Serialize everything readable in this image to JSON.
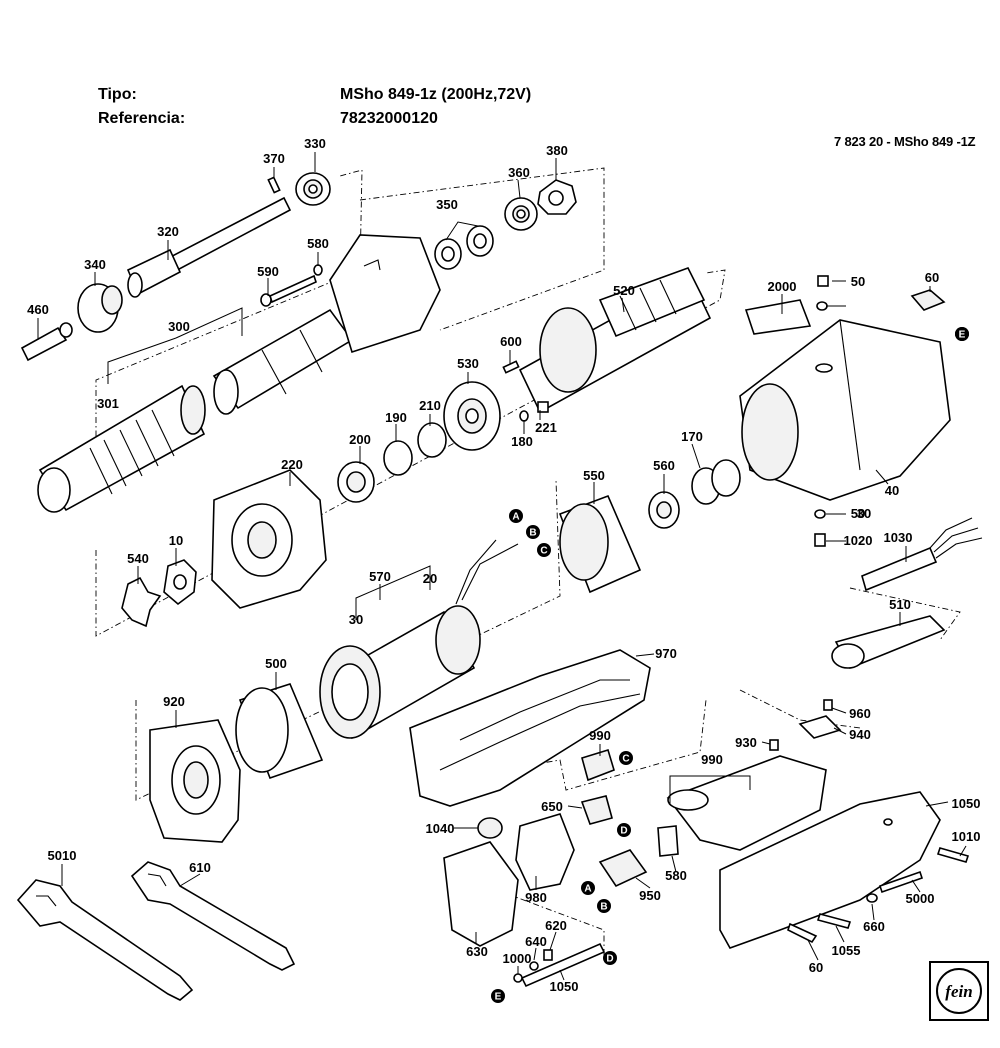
{
  "header": {
    "type_label": "Tipo:",
    "type_value": "MSho 849-1z (200Hz,72V)",
    "ref_label": "Referencia:",
    "ref_value": "78232000120",
    "drawing_code": "7 823 20 - MSho 849 -1Z"
  },
  "callouts": [
    "370",
    "330",
    "380",
    "360",
    "350",
    "320",
    "580",
    "590",
    "340",
    "460",
    "300",
    "301",
    "520",
    "2000",
    "50",
    "60",
    "600",
    "530",
    "210",
    "190",
    "200",
    "180",
    "221",
    "220",
    "170",
    "560",
    "550",
    "40",
    "10",
    "540",
    "570",
    "20",
    "30",
    "30",
    "1020",
    "1030",
    "510",
    "500",
    "920",
    "970",
    "960",
    "940",
    "930",
    "990",
    "990",
    "650",
    "1040",
    "1050",
    "1010",
    "980",
    "950",
    "580",
    "660",
    "5000",
    "5010",
    "610",
    "620",
    "640",
    "630",
    "1000",
    "1050",
    "1055",
    "60",
    "50"
  ],
  "markers": [
    "A",
    "B",
    "C",
    "E",
    "C",
    "D",
    "A",
    "B",
    "D",
    "E",
    "E"
  ],
  "logo_text": "fein"
}
